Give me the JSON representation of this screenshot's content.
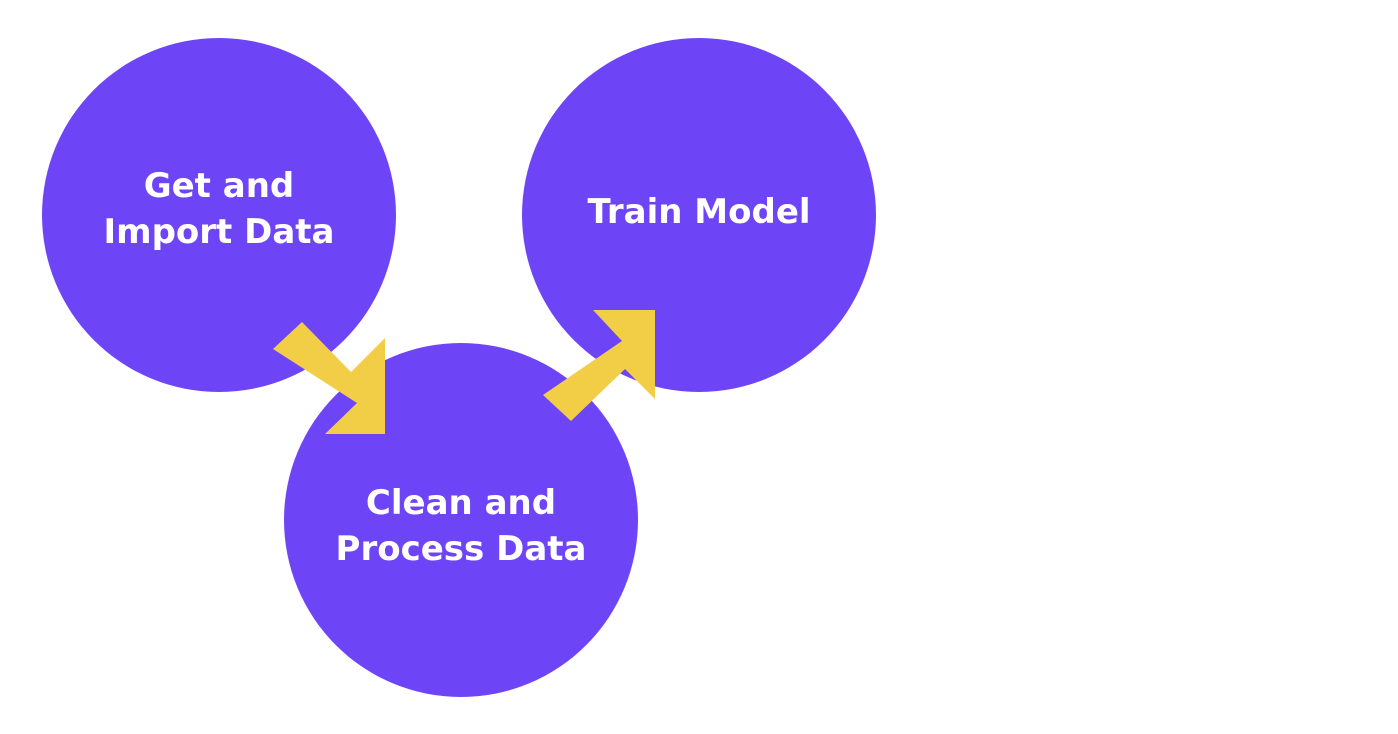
{
  "diagram": {
    "colors": {
      "circle": "#6e45f6",
      "arrow": "#f2cd46",
      "text": "#ffffff"
    },
    "steps": [
      {
        "line1": "Get and",
        "line2": "Import Data"
      },
      {
        "line1": "Clean and",
        "line2": "Process Data"
      },
      {
        "line1": "Train Model"
      }
    ],
    "arrows": [
      {
        "from": "Get and Import Data",
        "to": "Clean and Process Data",
        "direction": "down-right",
        "icon": "arrow-down-right-icon"
      },
      {
        "from": "Clean and Process Data",
        "to": "Train Model",
        "direction": "up-right",
        "icon": "arrow-up-right-icon"
      }
    ]
  }
}
